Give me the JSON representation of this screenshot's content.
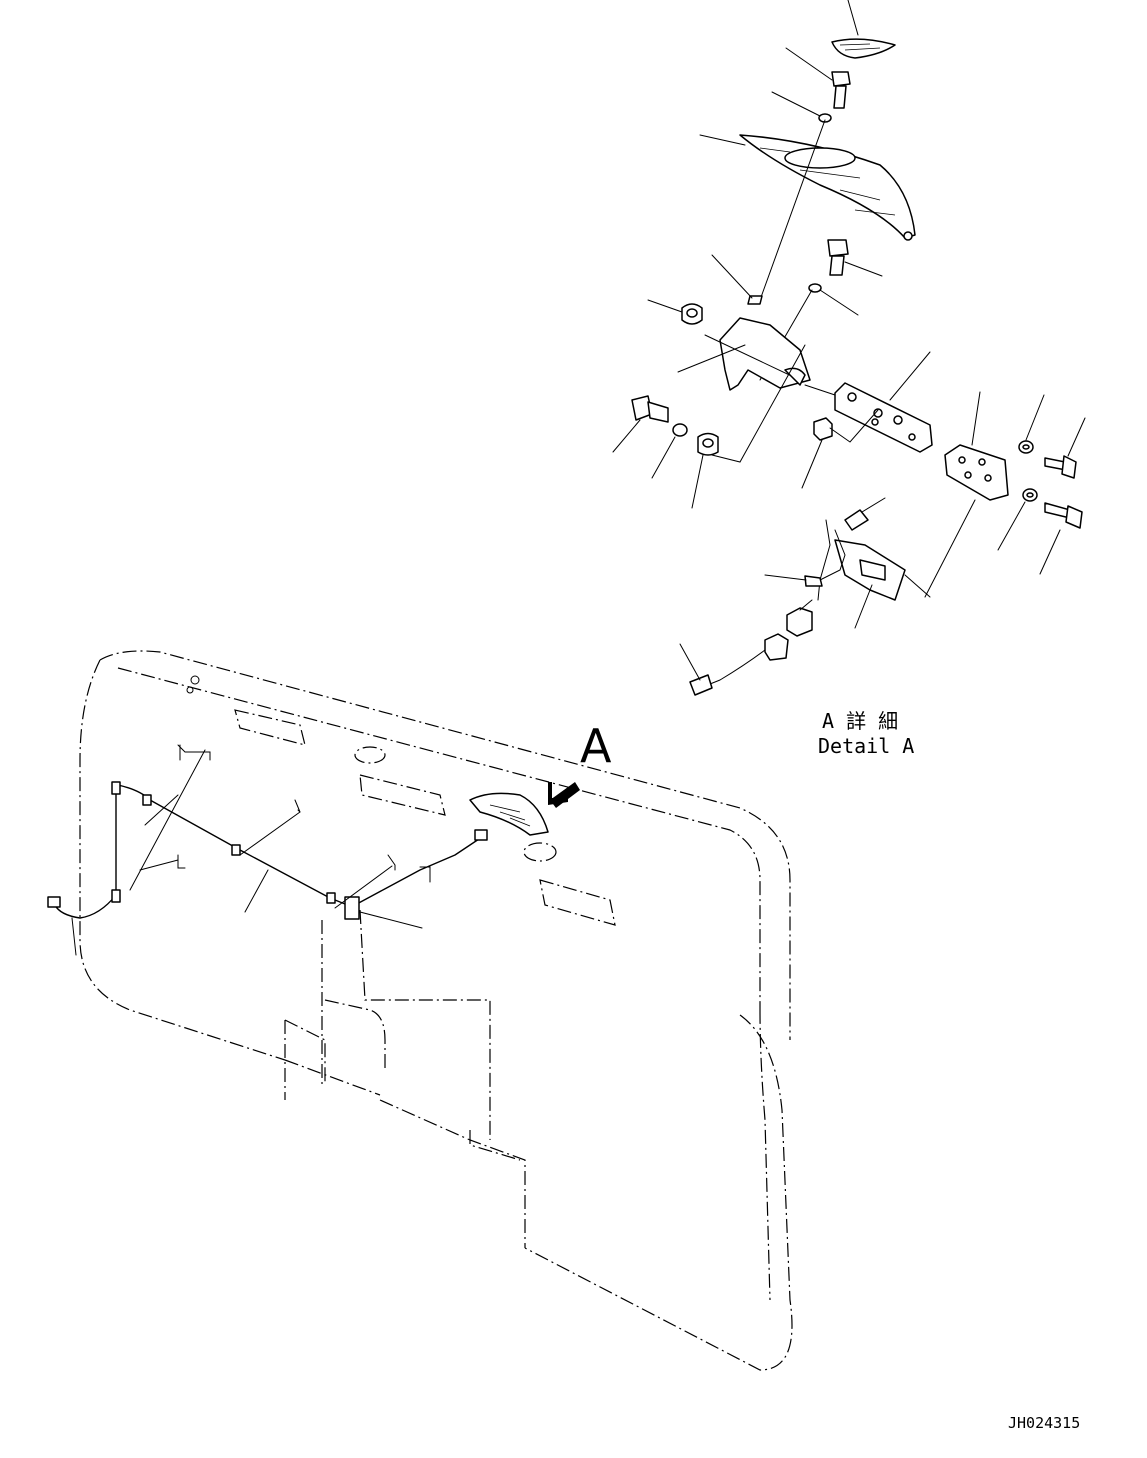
{
  "view_label": "A",
  "detail_title_jp": "A 詳 細",
  "detail_title_en": "Detail A",
  "drawing_number": "JH024315"
}
